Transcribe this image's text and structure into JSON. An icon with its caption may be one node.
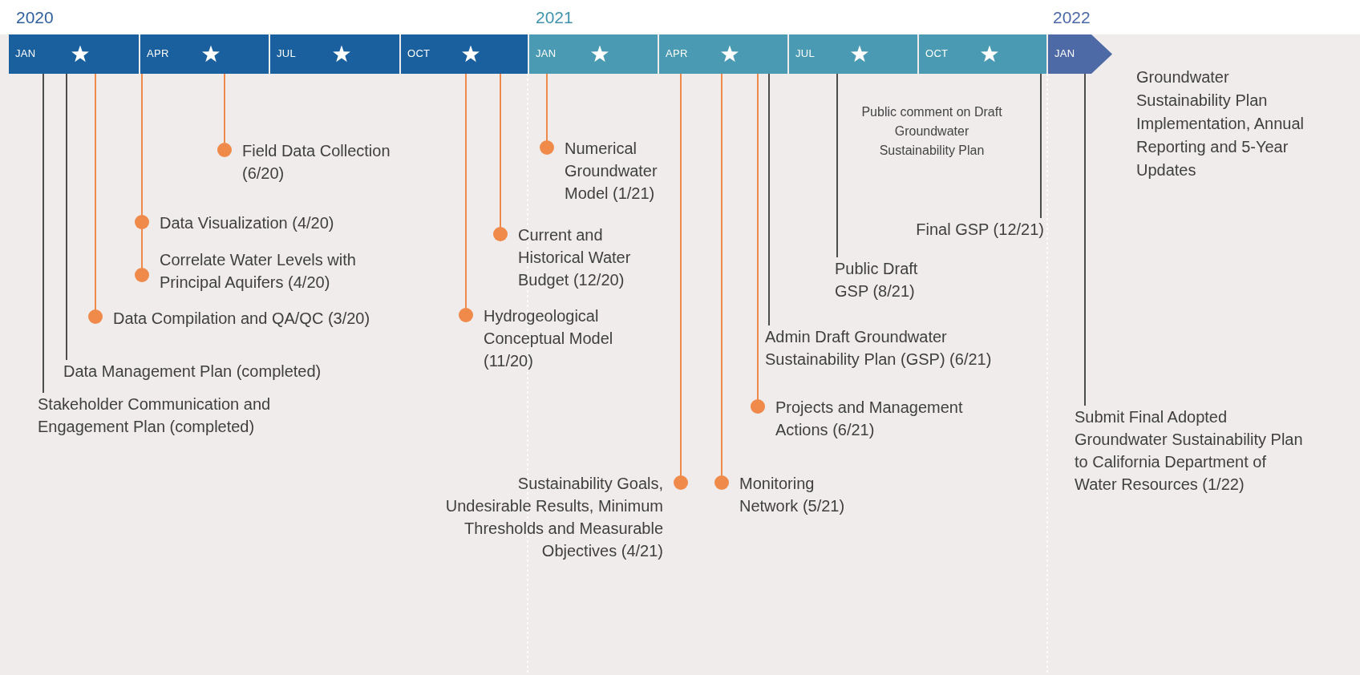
{
  "diagram": {
    "nodes": [
      {
        "text": [
          "JAN"
        ]
      },
      {
        "text": [
          "APR"
        ]
      },
      {
        "text": [
          "JUL"
        ]
      },
      {
        "text": [
          "OCT"
        ]
      },
      {
        "text": [
          "JAN"
        ]
      },
      {
        "text": [
          "APR"
        ]
      },
      {
        "text": [
          "JUL"
        ]
      },
      {
        "text": [
          "OCT"
        ]
      },
      {
        "text": [
          "JAN"
        ],
        "beside": [
          "Groundwater Sustainability Plan Implementation, Annual Reporting and 5-Year Updates"
        ]
      },
      {
        "text": [
          "Stakeholder Communication and Engagement Plan (completed)"
        ]
      },
      {
        "text": [
          "Data Management Plan (completed)"
        ]
      },
      {
        "text": [
          "Data Compilation and QA/QC (3/20)"
        ]
      },
      {
        "text": [
          "Correlate Water Levels with Principal Aquifers (4/20)"
        ]
      },
      {
        "text": [
          "Data Visualization (4/20)"
        ]
      },
      {
        "text": [
          "Field Data Collection (6/20)"
        ]
      },
      {
        "text": [
          "Hydrogeological Conceptual Model (11/20)"
        ]
      },
      {
        "text": [
          "Current and Historical Water Budget (12/20)"
        ]
      },
      {
        "text": [
          "Numerical Groundwater Model (1/21)"
        ]
      },
      {
        "text": [
          "Sustainability Goals, Undesirable Results, Minimum Thresholds and Measurable Objectives (4/21)"
        ]
      },
      {
        "text": [
          "Monitoring Network (5/21)"
        ]
      },
      {
        "text": [
          "Projects and Management Actions (6/21)"
        ]
      },
      {
        "text": [
          "Admin Draft Groundwater Sustainability Plan (GSP) (6/21)"
        ]
      },
      {
        "text": [
          "Public Draft GSP (8/21)"
        ]
      },
      {
        "text": [
          "Final GSP (12/21)"
        ]
      },
      {
        "text": [
          "Submit Final Adopted Groundwater Sustainability Plan to California Department of Water Resources (1/22)"
        ]
      }
    ],
    "edges": [
      {
        "from": 9,
        "to": 0,
        "arrow": "none",
        "color": "#4d4d4d"
      },
      {
        "from": 10,
        "to": 0,
        "arrow": "none",
        "color": "#4d4d4d"
      },
      {
        "from": 11,
        "to": 0,
        "arrow": "other"
      },
      {
        "from": 12,
        "to": 1,
        "arrow": "other"
      },
      {
        "from": 13,
        "to": 1,
        "arrow": "other"
      },
      {
        "from": 14,
        "to": 1,
        "arrow": "other"
      },
      {
        "from": 15,
        "to": 3,
        "arrow": "other"
      },
      {
        "from": 16,
        "to": 3,
        "arrow": "other"
      },
      {
        "from": 17,
        "to": 4,
        "arrow": "other"
      },
      {
        "from": 18,
        "to": 5,
        "arrow": "other"
      },
      {
        "from": 19,
        "to": 5,
        "arrow": "other"
      },
      {
        "from": 20,
        "to": 5,
        "arrow": "other"
      },
      {
        "from": 21,
        "to": 5,
        "arrow": "none",
        "color": "#4d4d4d"
      },
      {
        "from": 22,
        "to": 6,
        "arrow": "none",
        "color": "#4d4d4d"
      },
      {
        "from": 23,
        "to": 7,
        "arrow": "none",
        "color": "#4d4d4d"
      },
      {
        "from": 24,
        "to": 8,
        "arrow": "none",
        "color": "#4d4d4d"
      }
    ],
    "labels": [
      "2020",
      "2021",
      "2022",
      "Public comment on Draft Groundwater Sustainability Plan"
    ]
  }
}
